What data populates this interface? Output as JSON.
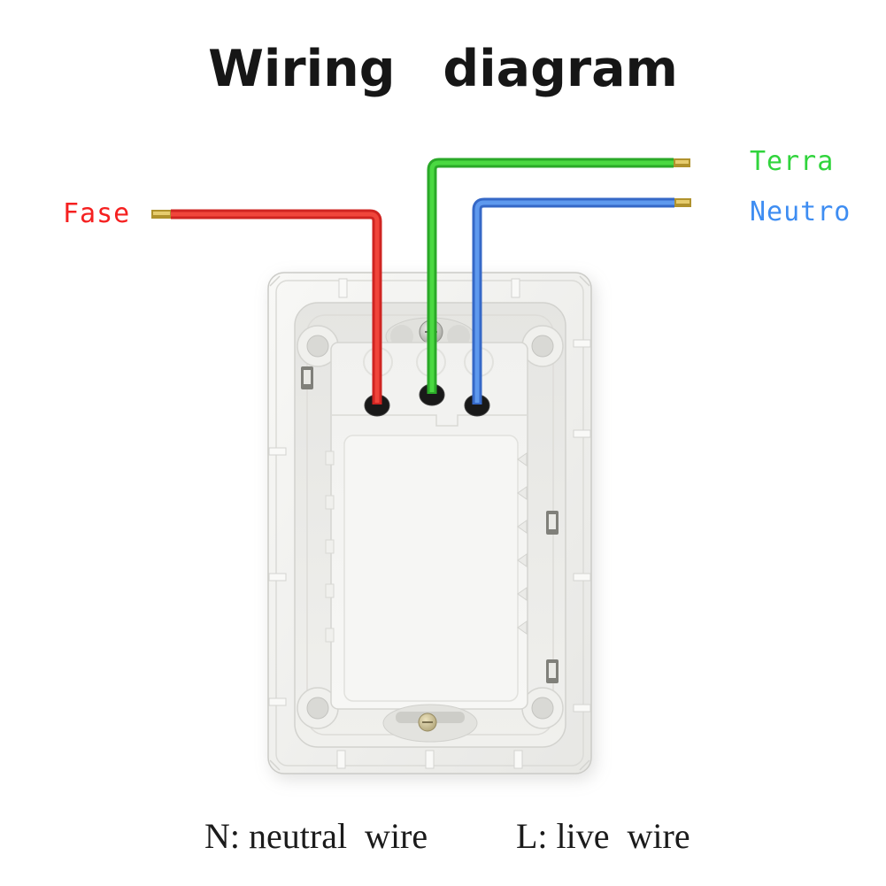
{
  "title": "Wiring diagram",
  "wire_labels": {
    "live": {
      "text": "Fase",
      "color": "#f52020"
    },
    "earth": {
      "text": "Terra",
      "color": "#30d43c"
    },
    "neutral": {
      "text": "Neutro",
      "color": "#3e8df2"
    }
  },
  "legend": {
    "neutral": "N: neutral  wire",
    "live": "L: live  wire"
  },
  "wires": {
    "live": {
      "base": "#cf2421",
      "highlight": "#f0453b"
    },
    "earth": {
      "base": "#2aa928",
      "highlight": "#4ad941"
    },
    "neutral": {
      "base": "#3568c7",
      "highlight": "#5e99ee"
    },
    "tip": {
      "base": "#b0922d",
      "highlight": "#e6cc6e"
    }
  }
}
